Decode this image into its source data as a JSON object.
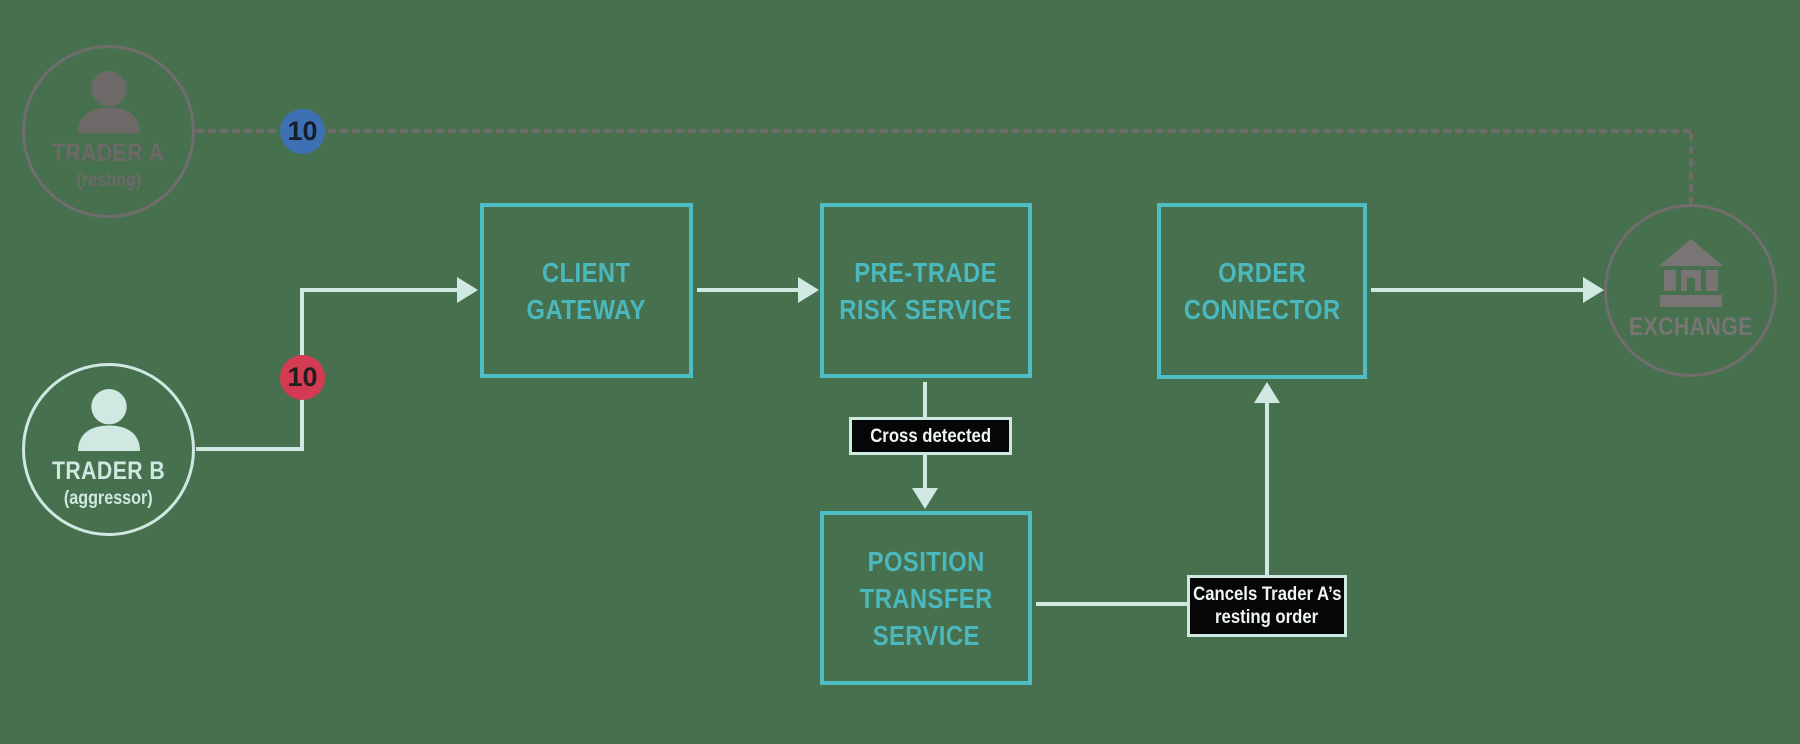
{
  "colors": {
    "background": "#47704E",
    "teal_border": "#4EBEC4",
    "teal_text": "#4BB8BE",
    "mint_line": "#CFE9E2",
    "gray_actor": "#6E6969",
    "gray_dashed": "#6F6B68",
    "blue_badge": "#3E70B4",
    "red_badge": "#D23B52",
    "annotation_bg": "#060606",
    "annotation_text": "#EFF5F3"
  },
  "actors": {
    "trader_a": {
      "name": "TRADER A",
      "role": "(resting)",
      "qty": "10"
    },
    "trader_b": {
      "name": "TRADER B",
      "role": "(aggressor)",
      "qty": "10"
    },
    "exchange": {
      "label": "EXCHANGE"
    }
  },
  "nodes": {
    "client_gateway": {
      "line1": "CLIENT",
      "line2": "GATEWAY"
    },
    "pre_trade_risk": {
      "line1": "PRE-TRADE",
      "line2": "RISK SERVICE"
    },
    "order_connector": {
      "line1": "ORDER",
      "line2": "CONNECTOR"
    },
    "position_transfer": {
      "line1": "POSITION",
      "line2": "TRANSFER",
      "line3": "SERVICE"
    }
  },
  "annotations": {
    "cross_detected": "Cross detected",
    "cancel_line1": "Cancels Trader A’s",
    "cancel_line2": "resting order"
  }
}
